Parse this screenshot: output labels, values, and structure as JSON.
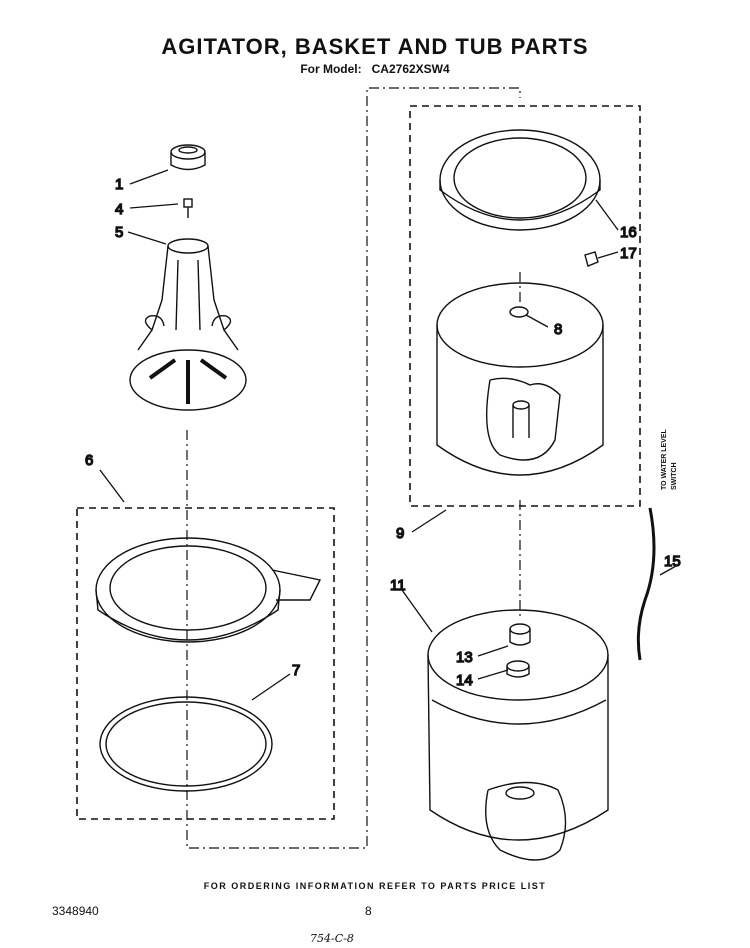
{
  "title": "AGITATOR, BASKET AND TUB PARTS",
  "model_label": "For Model:",
  "model_number": "CA2762XSW4",
  "callouts": [
    "1",
    "4",
    "5",
    "6",
    "7",
    "8",
    "9",
    "11",
    "13",
    "14",
    "15",
    "16",
    "17"
  ],
  "side_label": [
    "TO WATER LEVEL",
    "SWITCH"
  ],
  "footer_note": "FOR ORDERING INFORMATION REFER TO PARTS PRICE LIST",
  "doc_number": "3348940",
  "page_number": "8",
  "handwritten_note": "754-C-8"
}
